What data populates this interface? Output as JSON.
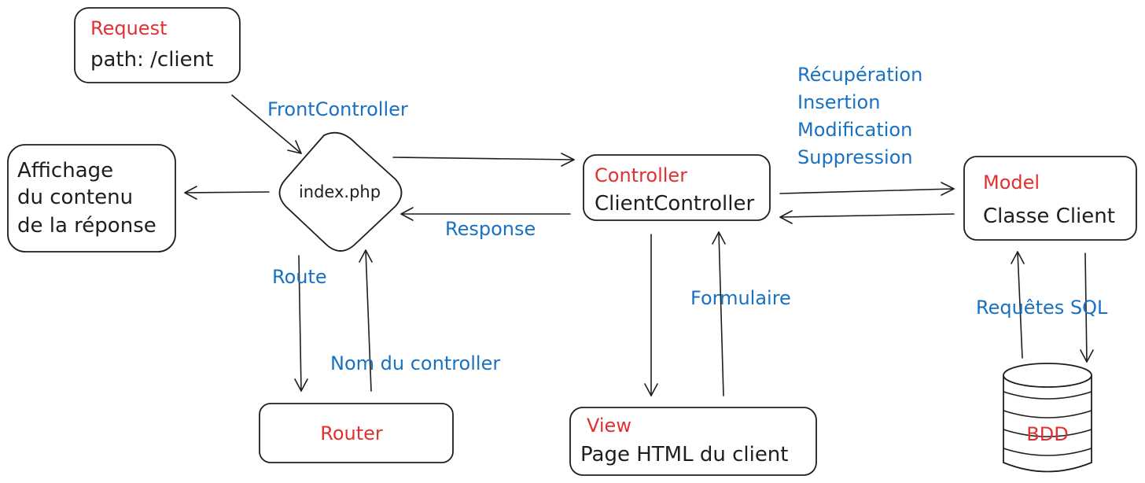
{
  "colors": {
    "accent_red": "#e03131",
    "accent_blue": "#1971c2",
    "stroke": "#1e1e1e"
  },
  "request": {
    "title": "Request",
    "line": "path: /client"
  },
  "affichage": {
    "lines": [
      "Affichage",
      "du contenu",
      "de la réponse"
    ]
  },
  "front": {
    "node": "index.php"
  },
  "controller": {
    "title": "Controller",
    "line": "ClientController"
  },
  "model": {
    "title": "Model",
    "line": "Classe Client"
  },
  "router": {
    "title": "Router"
  },
  "view": {
    "title": "View",
    "line": "Page HTML du client"
  },
  "database": {
    "label": "BDD"
  },
  "edges": {
    "front_controller": "FrontController",
    "response": "Response",
    "route": "Route",
    "controller_name": "Nom du controller",
    "formulaire": "Formulaire",
    "sql": "Requêtes SQL",
    "operations": [
      "Récupération",
      "Insertion",
      "Modification",
      "Suppression"
    ]
  }
}
